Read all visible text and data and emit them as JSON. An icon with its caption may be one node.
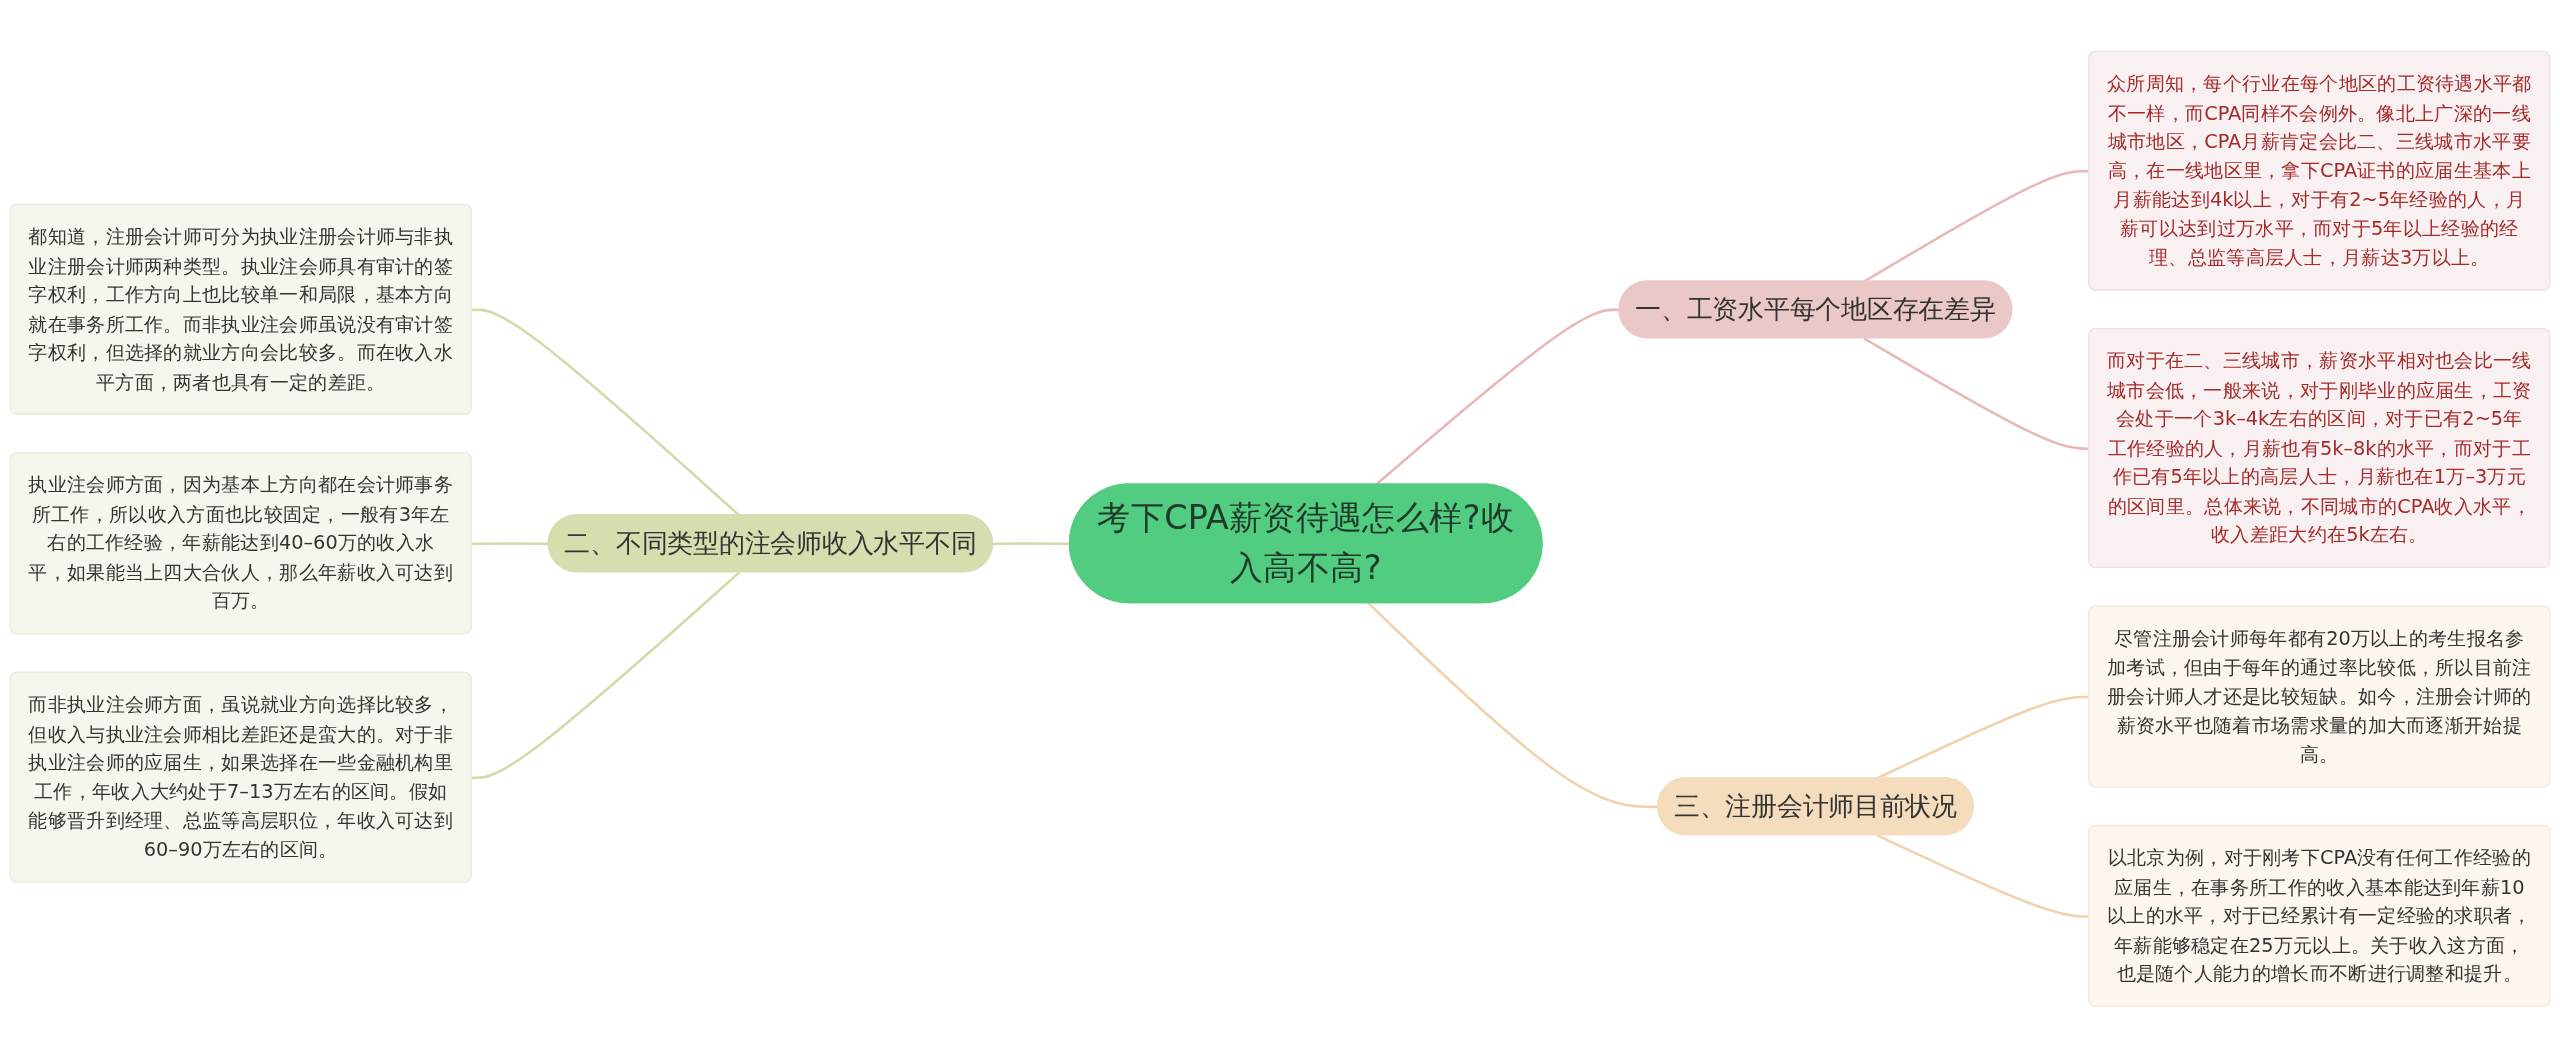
{
  "diagram": {
    "nodes": [
      {
        "text": [
          "考下CPA薪资待遇怎么样?收入高不高?"
        ]
      },
      {
        "text": [
          "一、工资水平每个地区存在差异"
        ]
      },
      {
        "text": [
          "众所周知，每个行业在每个地区的工资待遇水平都不一样，而CPA同样不会例外。像北上广深的一线城市地区，CPA月薪肯定会比二、三线城市水平要高，在一线地区里，拿下CPA证书的应届生基本上月薪能达到4k以上，对于有2~5年经验的人，月薪可以达到过万水平，而对于5年以上经验的经理、总监等高层人士，月薪达3万以上。"
        ]
      },
      {
        "text": [
          "而对于在二、三线城市，薪资水平相对也会比一线城市会低，一般来说，对于刚毕业的应届生，工资会处于一个3k–4k左右的区间，对于已有2~5年工作经验的人，月薪也有5k–8k的水平，而对于工作已有5年以上的高层人士，月薪也在1万–3万元的区间里。总体来说，不同城市的CPA收入水平，收入差距大约在5k左右。"
        ]
      },
      {
        "text": [
          "二、不同类型的注会师收入水平不同"
        ]
      },
      {
        "text": [
          "都知道，注册会计师可分为执业注册会计师与非执业注册会计师两种类型。执业注会师具有审计的签字权利，工作方向上也比较单一和局限，基本方向就在事务所工作。而非执业注会师虽说没有审计签字权利，但选择的就业方向会比较多。而在收入水平方面，两者也具有一定的差距。"
        ]
      },
      {
        "text": [
          "执业注会师方面，因为基本上方向都在会计师事务所工作，所以收入方面也比较固定，一般有3年左右的工作经验，年薪能达到40–60万的收入水平，如果能当上四大合伙人，那么年薪收入可达到百万。"
        ]
      },
      {
        "text": [
          "而非执业注会师方面，虽说就业方向选择比较多，但收入与执业注会师相比差距还是蛮大的。对于非执业注会师的应届生，如果选择在一些金融机构里工作，年收入大约处于7–13万左右的区间。假如能够晋升到经理、总监等高层职位，年收入可达到60–90万左右的区间。"
        ]
      },
      {
        "text": [
          "三、注册会计师目前状况"
        ]
      },
      {
        "text": [
          "尽管注册会计师每年都有20万以上的考生报名参加考试，但由于每年的通过率比较低，所以目前注册会计师人才还是比较短缺。如今，注册会计师的薪资水平也随着市场需求量的加大而逐渐开始提高。"
        ]
      },
      {
        "text": [
          "以北京为例，对于刚考下CPA没有任何工作经验的应届生，在事务所工作的收入基本能达到年薪10以上的水平，对于已经累计有一定经验的求职者，年薪能够稳定在25万元以上。关于收入这方面，也是随个人能力的增长而不断进行调整和提升。"
        ]
      }
    ],
    "edges": [
      {
        "from": 0,
        "to": 1,
        "arrow": "none",
        "color": "#e8b8b8"
      },
      {
        "from": 1,
        "to": 2,
        "arrow": "none",
        "color": "#e8b8b8"
      },
      {
        "from": 1,
        "to": 3,
        "arrow": "none",
        "color": "#e8b8b8"
      },
      {
        "from": 4,
        "to": 0,
        "arrow": "none"
      },
      {
        "from": 5,
        "to": 4,
        "arrow": "none"
      },
      {
        "from": 6,
        "to": 4,
        "arrow": "none"
      },
      {
        "from": 7,
        "to": 4,
        "arrow": "none"
      },
      {
        "from": 0,
        "to": 8,
        "arrow": "none",
        "color": "#f0d2ac"
      },
      {
        "from": 8,
        "to": 9,
        "arrow": "none",
        "color": "#f0d2ac"
      },
      {
        "from": 8,
        "to": 10,
        "arrow": "none",
        "color": "#f0d2ac"
      }
    ]
  }
}
